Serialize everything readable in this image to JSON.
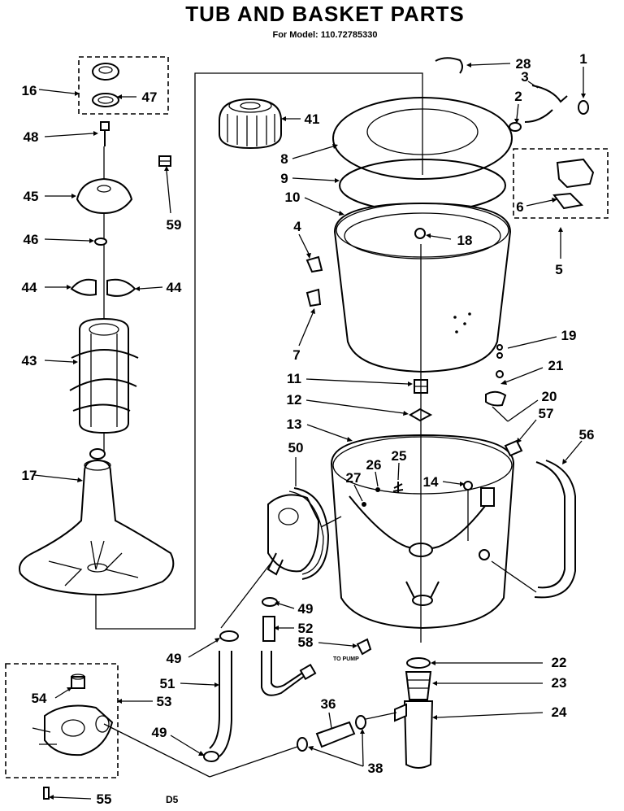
{
  "title": "TUB AND BASKET PARTS",
  "subtitle": "For Model: 110.72785330",
  "page_code": "D5",
  "notes": {
    "to_pump": "TO PUMP"
  },
  "callouts": [
    {
      "id": "c1",
      "num": "1"
    },
    {
      "id": "c2",
      "num": "2"
    },
    {
      "id": "c3",
      "num": "3"
    },
    {
      "id": "c4",
      "num": "4"
    },
    {
      "id": "c5",
      "num": "5"
    },
    {
      "id": "c6",
      "num": "6"
    },
    {
      "id": "c7",
      "num": "7"
    },
    {
      "id": "c8",
      "num": "8"
    },
    {
      "id": "c9",
      "num": "9"
    },
    {
      "id": "c10",
      "num": "10"
    },
    {
      "id": "c11",
      "num": "11"
    },
    {
      "id": "c12",
      "num": "12"
    },
    {
      "id": "c13",
      "num": "13"
    },
    {
      "id": "c14",
      "num": "14"
    },
    {
      "id": "c16",
      "num": "16"
    },
    {
      "id": "c17",
      "num": "17"
    },
    {
      "id": "c18",
      "num": "18"
    },
    {
      "id": "c19",
      "num": "19"
    },
    {
      "id": "c20",
      "num": "20"
    },
    {
      "id": "c21",
      "num": "21"
    },
    {
      "id": "c22",
      "num": "22"
    },
    {
      "id": "c23",
      "num": "23"
    },
    {
      "id": "c24",
      "num": "24"
    },
    {
      "id": "c25",
      "num": "25"
    },
    {
      "id": "c26",
      "num": "26"
    },
    {
      "id": "c27",
      "num": "27"
    },
    {
      "id": "c28",
      "num": "28"
    },
    {
      "id": "c36",
      "num": "36"
    },
    {
      "id": "c38",
      "num": "38"
    },
    {
      "id": "c41",
      "num": "41"
    },
    {
      "id": "c43",
      "num": "43"
    },
    {
      "id": "c44a",
      "num": "44"
    },
    {
      "id": "c44b",
      "num": "44"
    },
    {
      "id": "c45",
      "num": "45"
    },
    {
      "id": "c46",
      "num": "46"
    },
    {
      "id": "c47",
      "num": "47"
    },
    {
      "id": "c48",
      "num": "48"
    },
    {
      "id": "c49a",
      "num": "49"
    },
    {
      "id": "c49b",
      "num": "49"
    },
    {
      "id": "c49c",
      "num": "49"
    },
    {
      "id": "c50",
      "num": "50"
    },
    {
      "id": "c51",
      "num": "51"
    },
    {
      "id": "c52",
      "num": "52"
    },
    {
      "id": "c53",
      "num": "53"
    },
    {
      "id": "c54",
      "num": "54"
    },
    {
      "id": "c55",
      "num": "55"
    },
    {
      "id": "c56",
      "num": "56"
    },
    {
      "id": "c57",
      "num": "57"
    },
    {
      "id": "c58",
      "num": "58"
    },
    {
      "id": "c59",
      "num": "59"
    }
  ]
}
